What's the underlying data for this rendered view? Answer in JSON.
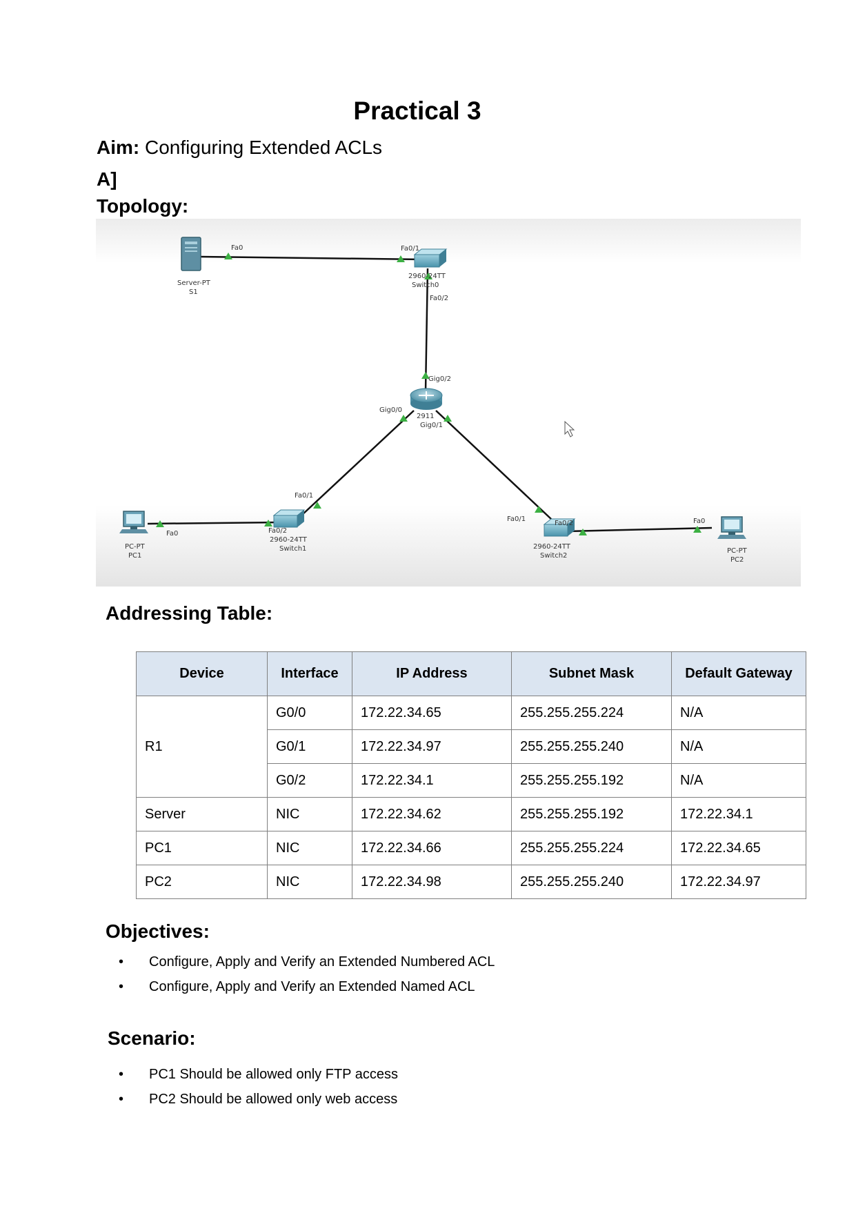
{
  "title": "Practical 3",
  "aim": {
    "label": "Aim:",
    "text": "Configuring Extended ACLs"
  },
  "part_label": "A]",
  "topology_heading": "Topology:",
  "topology": {
    "server": {
      "model": "Server-PT",
      "name": "S1",
      "port": "Fa0"
    },
    "switch0": {
      "model": "2960-24TT",
      "name": "Switch0",
      "port_up": "Fa0/1",
      "port_down": "Fa0/2"
    },
    "router": {
      "model": "2911",
      "g0": "Gig0/0",
      "g1": "Gig0/1",
      "g2": "Gig0/2"
    },
    "switch1": {
      "model": "2960-24TT",
      "name": "Switch1",
      "port_up": "Fa0/1",
      "port_pc": "Fa0/2"
    },
    "switch2": {
      "model": "2960-24TT",
      "name": "Switch2",
      "port_up": "Fa0/1",
      "port_pc": "Fa0/2"
    },
    "pc1": {
      "model": "PC-PT",
      "name": "PC1",
      "port": "Fa0"
    },
    "pc2": {
      "model": "PC-PT",
      "name": "PC2",
      "port": "Fa0"
    }
  },
  "addressing_heading": "Addressing Table:",
  "table": {
    "headers": [
      "Device",
      "Interface",
      "IP Address",
      "Subnet Mask",
      "Default Gateway"
    ],
    "rows": [
      {
        "device": "R1",
        "interface": "G0/0",
        "ip": "172.22.34.65",
        "mask": "255.255.255.224",
        "gateway": "N/A"
      },
      {
        "device": "",
        "interface": "G0/1",
        "ip": "172.22.34.97",
        "mask": "255.255.255.240",
        "gateway": "N/A"
      },
      {
        "device": "",
        "interface": "G0/2",
        "ip": "172.22.34.1",
        "mask": "255.255.255.192",
        "gateway": "N/A"
      },
      {
        "device": "Server",
        "interface": "NIC",
        "ip": "172.22.34.62",
        "mask": "255.255.255.192",
        "gateway": "172.22.34.1"
      },
      {
        "device": "PC1",
        "interface": "NIC",
        "ip": "172.22.34.66",
        "mask": "255.255.255.224",
        "gateway": "172.22.34.65"
      },
      {
        "device": "PC2",
        "interface": "NIC",
        "ip": "172.22.34.98",
        "mask": "255.255.255.240",
        "gateway": "172.22.34.97"
      }
    ]
  },
  "objectives_heading": "Objectives:",
  "objectives": [
    "Configure, Apply and Verify an Extended Numbered ACL",
    "Configure, Apply and Verify an Extended Named ACL"
  ],
  "scenario_heading": "Scenario:",
  "scenario": [
    "PC1 Should be allowed only FTP access",
    "PC2 Should be allowed only web access"
  ]
}
